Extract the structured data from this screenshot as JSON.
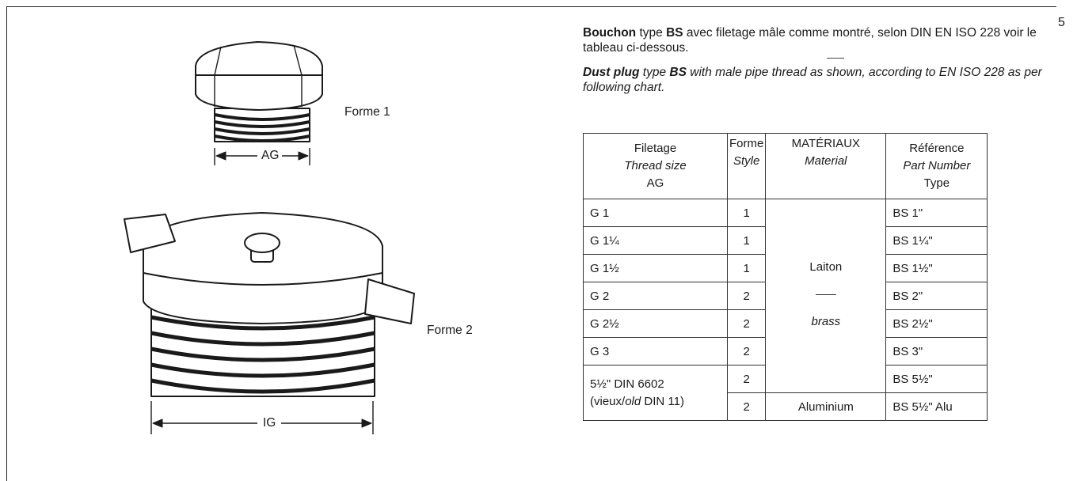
{
  "page_number": "5",
  "figure": {
    "labels": {
      "ag": "AG",
      "ig": "IG",
      "forme1": "Forme 1",
      "forme2": "Forme 2"
    }
  },
  "description": {
    "fr_bold1": "Bouchon",
    "fr_t1": " type ",
    "fr_bold2": "BS",
    "fr_t2": " avec filetage mâle comme montré, selon DIN EN ISO 228 voir le tableau ci-dessous.",
    "en_bold1": "Dust plug",
    "en_t1": " type ",
    "en_bold2": "BS",
    "en_t2": " with male pipe thread as shown, according to EN ISO 228 as per following chart."
  },
  "table": {
    "headers": {
      "thread": {
        "fr": "Filetage",
        "en": "Thread size",
        "code": "AG"
      },
      "style": {
        "fr": "Forme",
        "en": "Style"
      },
      "material": {
        "fr": "MATÉRIAUX",
        "en": "Material"
      },
      "part": {
        "fr": "Référence",
        "en": "Part Number",
        "code": "Type"
      }
    },
    "rows": [
      {
        "thread": "G 1",
        "style": "1",
        "part": "BS 1\""
      },
      {
        "thread": "G 1¼",
        "style": "1",
        "part": "BS 1¼\""
      },
      {
        "thread": "G 1½",
        "style": "1",
        "part": "BS 1½\""
      },
      {
        "thread": "G 2",
        "style": "2",
        "part": "BS 2\""
      },
      {
        "thread": "G 2½",
        "style": "2",
        "part": "BS 2½\""
      },
      {
        "thread": "G 3",
        "style": "2",
        "part": "BS 3\""
      }
    ],
    "din_row": {
      "thread_line1": "5½\" DIN 6602",
      "thread_line2_pre": "(vieux/",
      "thread_line2_it": "old",
      "thread_line2_post": " DIN 11)",
      "style_a": "2",
      "part_a": "BS 5½\"",
      "style_b": "2",
      "material_b": "Aluminium",
      "part_b": "BS 5½\" Alu"
    },
    "material_merged": {
      "fr": "Laiton",
      "en": "brass"
    }
  }
}
